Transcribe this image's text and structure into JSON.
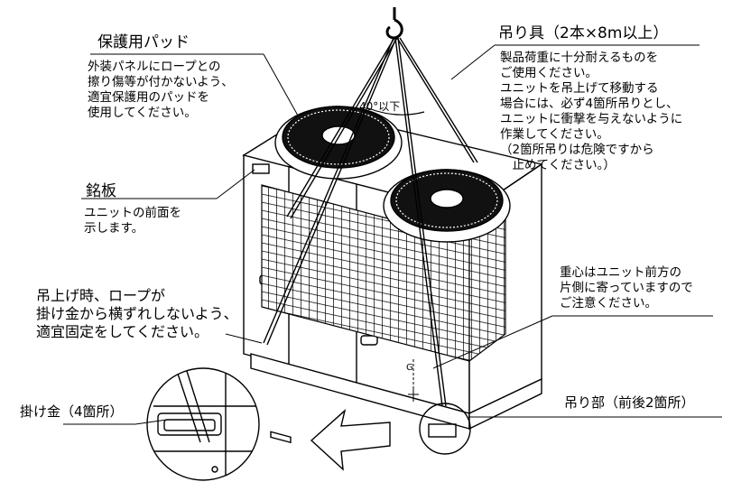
{
  "pad": {
    "title": "保護用パッド",
    "lines": [
      "外装パネルにロープとの",
      "擦り傷等が付かないよう、",
      "適宜保護用のパッドを",
      "使用してください。"
    ]
  },
  "sling": {
    "title": "吊り具（2本×8m以上）",
    "lines": [
      "製品荷重に十分耐えるものを",
      "ご使用ください。",
      "ユニットを吊上げて移動する",
      "場合には、必ず4箇所吊りとし、",
      "ユニットに衝撃を与えないように",
      "作業してください。",
      "（2箇所吊りは危険ですから",
      "　止めてください。）"
    ]
  },
  "angle": "40°以下",
  "nameplate": {
    "title": "銘板",
    "lines": [
      "ユニットの前面を",
      "示します。"
    ]
  },
  "cog": {
    "lines": [
      "重心はユニット前方の",
      "片側に寄っていますので",
      "ご注意ください。"
    ],
    "marker": "G"
  },
  "rope_fix": {
    "lines": [
      "吊上げ時、ロープが",
      "掛け金から横ずれしないよう、",
      "適宜固定をしてください。"
    ]
  },
  "lift_point": "吊り部（前後2箇所）",
  "hook": "掛け金（4箇所）"
}
